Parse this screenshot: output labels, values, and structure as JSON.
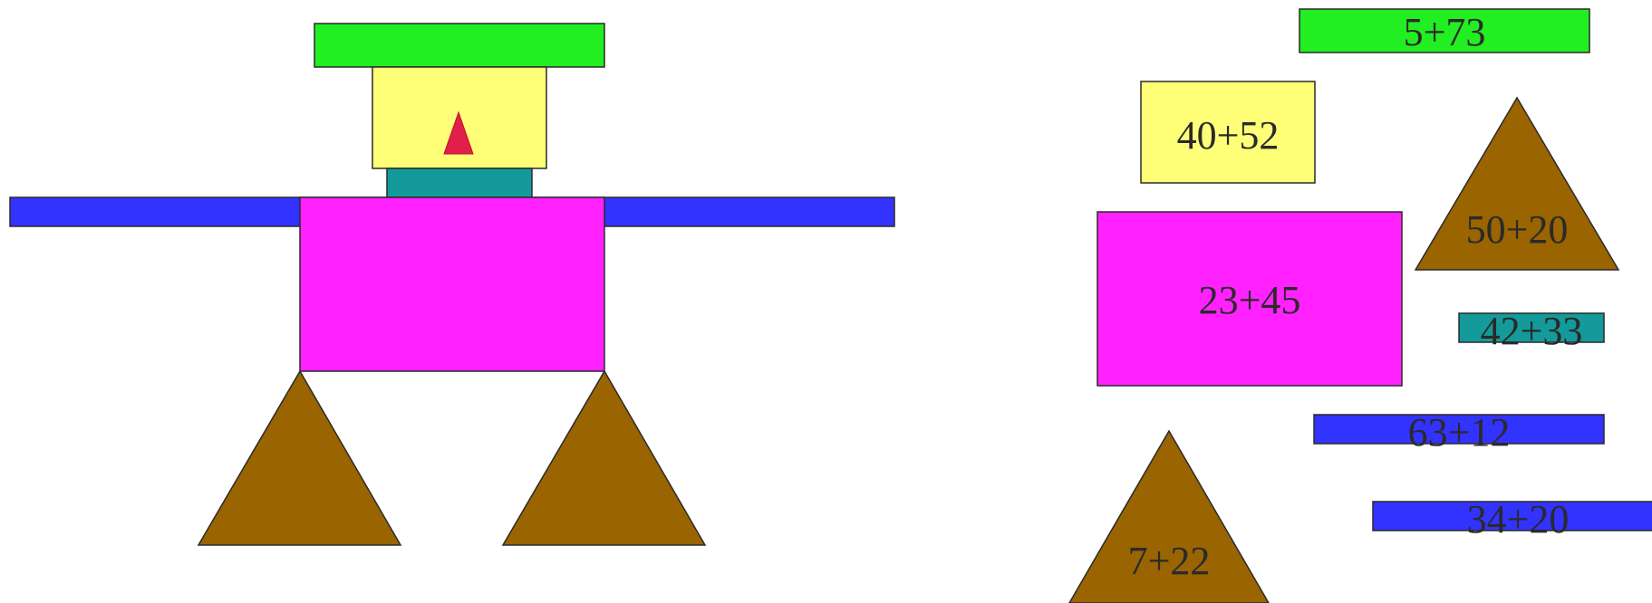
{
  "colors": {
    "green": "#22ee22",
    "yellow": "#ffff77",
    "red": "#e0204a",
    "teal": "#149a9a",
    "blue": "#3333ff",
    "magenta": "#ff22ff",
    "brown": "#9a6400",
    "outline": "#2a2a2a",
    "text": "#2a2a2a"
  },
  "pieces": [
    {
      "id": "green-bar",
      "label": "5+73"
    },
    {
      "id": "yellow-box",
      "label": "40+52"
    },
    {
      "id": "brown-triangle-upper",
      "label": "50+20"
    },
    {
      "id": "magenta-box",
      "label": "23+45"
    },
    {
      "id": "teal-bar",
      "label": "42+33"
    },
    {
      "id": "blue-bar-upper",
      "label": "63+12"
    },
    {
      "id": "blue-bar-lower",
      "label": "34+20"
    },
    {
      "id": "brown-triangle-lower",
      "label": "7+22"
    }
  ]
}
